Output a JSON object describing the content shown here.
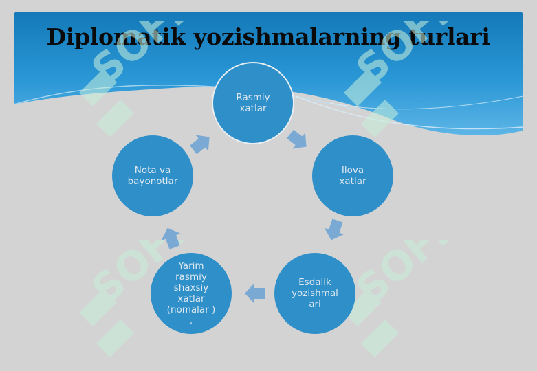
{
  "title": "Diplomatik yozishmalarning turlari",
  "nodes": [
    {
      "id": "rasmiy",
      "label": "Rasmiy\nxatlar"
    },
    {
      "id": "ilova",
      "label": "Ilova\nxatlar"
    },
    {
      "id": "esdalik",
      "label": "Esdalik\nyozishmal\nari"
    },
    {
      "id": "yarim",
      "label": "Yarim\nrasmiy\nshaxsiy\nxatlar\n(nomalar )\n."
    },
    {
      "id": "nota",
      "label": "Nota va\nbayonotlar"
    }
  ],
  "watermark_text": "SOFF",
  "colors": {
    "background": "#d3d3d3",
    "header_blue": "#1a86c6",
    "node_fill": "#2e8fc9",
    "arrow_fill": "#7aaad4",
    "watermark": "#c8f0dc"
  }
}
